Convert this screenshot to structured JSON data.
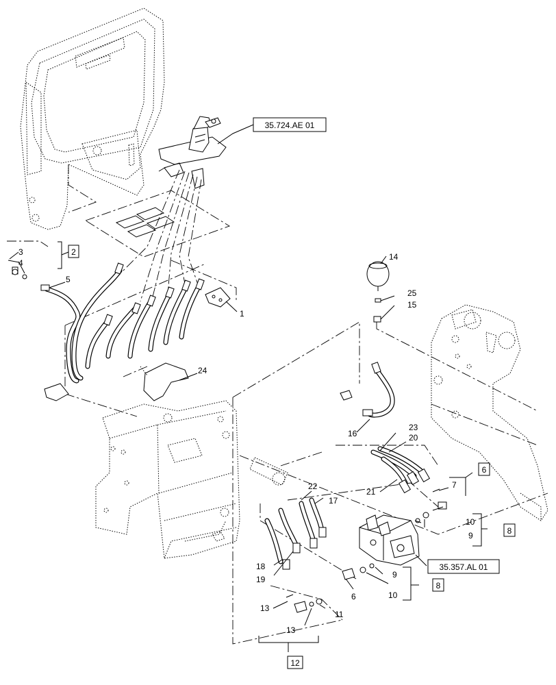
{
  "references": {
    "joystick_ref": "35.724.AE 01",
    "valve_ref": "35.357.AL 01"
  },
  "boxed_labels": [
    "2",
    "6",
    "8",
    "8",
    "12"
  ],
  "callouts": [
    "1",
    "3",
    "4",
    "5",
    "7",
    "9",
    "9",
    "10",
    "10",
    "11",
    "13",
    "13",
    "14",
    "15",
    "16",
    "17",
    "18",
    "19",
    "20",
    "21",
    "22",
    "23",
    "24",
    "25",
    "6"
  ]
}
